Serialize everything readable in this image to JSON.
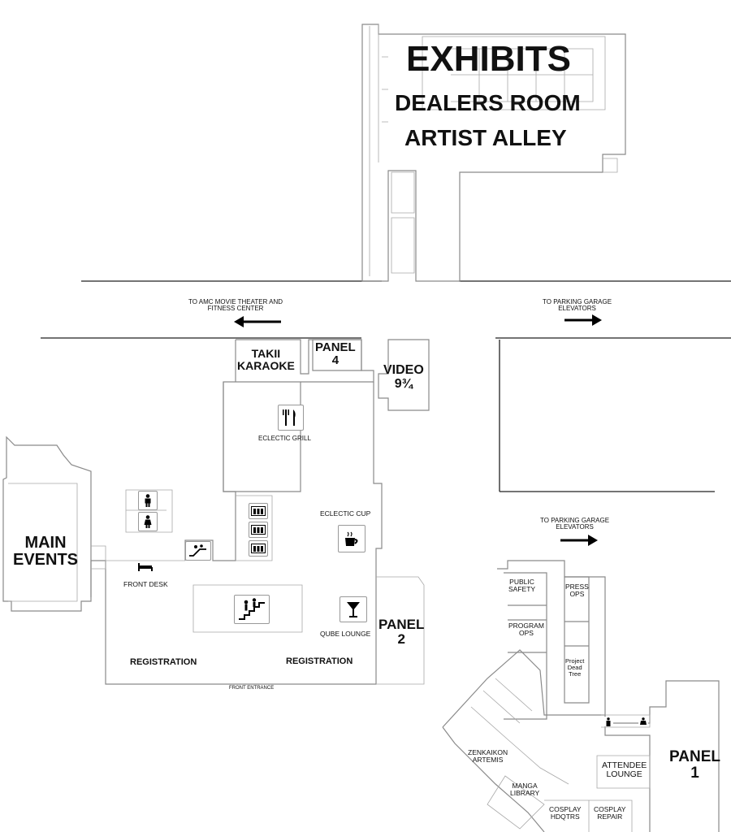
{
  "rooms": {
    "exhibits": "EXHIBITS",
    "dealers_room": "DEALERS ROOM",
    "artist_alley": "ARTIST ALLEY",
    "takii_karaoke": "TAKII\nKARAOKE",
    "panel_4": "PANEL\n4",
    "video": "VIDEO\n9¾",
    "eclectic_grill": "ECLECTIC GRILL",
    "eclectic_cup": "ECLECTIC CUP",
    "qube_lounge": "QUBE LOUNGE",
    "main_events": "MAIN\nEVENTS",
    "front_desk": "FRONT DESK",
    "registration_left": "REGISTRATION",
    "registration_right": "REGISTRATION",
    "front_entrance": "FRONT ENTRANCE",
    "panel_2": "PANEL\n2",
    "public_safety": "PUBLIC\nSAFETY",
    "press_ops": "PRESS\nOPS",
    "program_ops": "PROGRAM\nOPS",
    "project_dead_tree": "Project\nDead\nTree",
    "zenkaikon_artemis": "ZENKAIKON\nARTEMIS",
    "manga_library": "MANGA\nLIBRARY",
    "attendee_lounge": "ATTENDEE\nLOUNGE",
    "panel_1": "PANEL\n1",
    "cosplay_hdqtrs": "COSPLAY\nHDQTRS",
    "cosplay_repair": "COSPLAY\nREPAIR"
  },
  "directions": {
    "amc": "TO AMC MOVIE THEATER AND\nFITNESS CENTER",
    "parking_top": "TO PARKING GARAGE\nELEVATORS",
    "parking_bottom": "TO PARKING GARAGE\nELEVATORS"
  },
  "icons": [
    "restroom-men-icon",
    "restroom-women-icon",
    "elevator-icon",
    "stairs-icon",
    "escalator-icon",
    "fork-knife-icon",
    "coffee-cup-icon",
    "cocktail-glass-icon",
    "bed-icon"
  ]
}
